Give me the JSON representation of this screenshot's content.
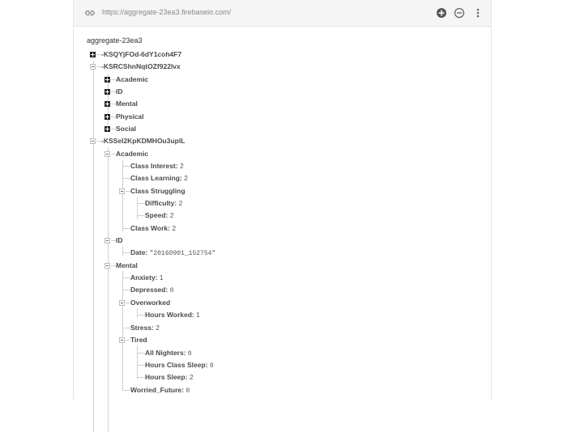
{
  "urlbar": {
    "url": "https://aggregate-23ea3.firebaseio.com/",
    "icons": [
      "link-icon",
      "add-circle-icon",
      "remove-circle-icon",
      "more-vert-icon"
    ]
  },
  "tree": {
    "root": "aggregate-23ea3",
    "nodes": [
      {
        "key": "-KSQYjFOd-6dY1coh4F7",
        "state": "collapsed"
      },
      {
        "key": "-KSRCShnNqtOZf922lvx",
        "state": "expanded"
      },
      {
        "key": "Academic",
        "state": "collapsed"
      },
      {
        "key": "ID",
        "state": "collapsed"
      },
      {
        "key": "Mental",
        "state": "collapsed"
      },
      {
        "key": "Physical",
        "state": "collapsed"
      },
      {
        "key": "Social",
        "state": "collapsed"
      },
      {
        "key": "-KSSel2KpKDMHOu3uplL",
        "state": "expanded"
      },
      {
        "key": "Academic",
        "state": "expanded"
      },
      {
        "key": "Class Interest:",
        "value": "2"
      },
      {
        "key": "Class Learning:",
        "value": "2"
      },
      {
        "key": "Class Struggling",
        "state": "expanded"
      },
      {
        "key": "Difficulty:",
        "value": "2"
      },
      {
        "key": "Speed:",
        "value": "2"
      },
      {
        "key": "Class Work:",
        "value": "2"
      },
      {
        "key": "ID",
        "state": "expanded"
      },
      {
        "key": "Date:",
        "value": "\"20160901_152754\""
      },
      {
        "key": "Mental",
        "state": "expanded"
      },
      {
        "key": "Anxiety:",
        "value": "1"
      },
      {
        "key": "Depressed:",
        "value": "0"
      },
      {
        "key": "Overworked",
        "state": "expanded"
      },
      {
        "key": "Hours Worked:",
        "value": "1"
      },
      {
        "key": "Stress:",
        "value": "2"
      },
      {
        "key": "Tired",
        "state": "expanded"
      },
      {
        "key": "All Nighters:",
        "value": "0"
      },
      {
        "key": "Hours Class Sleep:",
        "value": "0"
      },
      {
        "key": "Hours Sleep:",
        "value": "2"
      },
      {
        "key": "Worried_Future:",
        "value": "0"
      }
    ]
  },
  "colors": {
    "urlbar_bg": "#f5f5f5",
    "text": "#444444",
    "tree_line": "#d0d0d0"
  }
}
